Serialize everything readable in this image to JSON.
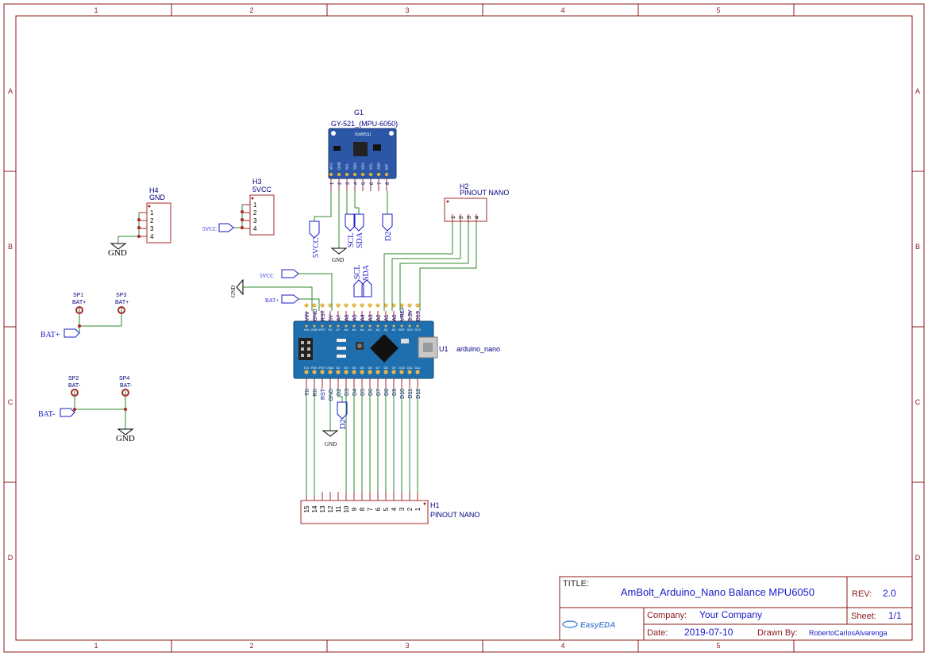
{
  "frame": {
    "columns": [
      "1",
      "2",
      "3",
      "4",
      "5"
    ],
    "rows": [
      "A",
      "B",
      "C",
      "D"
    ]
  },
  "title_block": {
    "title_label": "TITLE:",
    "title": "AmBolt_Arduino_Nano Balance MPU6050",
    "rev_label": "REV:",
    "rev": "2.0",
    "company_label": "Company:",
    "company": "Your Company",
    "sheet_label": "Sheet:",
    "sheet": "1/1",
    "date_label": "Date:",
    "date": "2019-07-10",
    "drawn_label": "Drawn By:",
    "drawn_by": "RobertoCarlosAlvarenga",
    "logo": "EasyEDA"
  },
  "g1": {
    "ref": "G1",
    "name": "GY-521_(MPU-6050)",
    "pins": [
      "1",
      "2",
      "3",
      "4",
      "5",
      "6",
      "7",
      "8"
    ],
    "board_labels": [
      "VCC",
      "GND",
      "SCL",
      "SDA",
      "XDA",
      "XCL",
      "AD0",
      "INT"
    ],
    "chip_text": "ITG/MPU"
  },
  "h2": {
    "ref": "H2",
    "name": "PINOUT NANO",
    "pins": [
      "1",
      "2",
      "3",
      "4"
    ]
  },
  "h3": {
    "ref": "H3",
    "name": "5VCC",
    "pins": [
      "1",
      "2",
      "3",
      "4"
    ]
  },
  "h4": {
    "ref": "H4",
    "name": "GND",
    "pins": [
      "1",
      "2",
      "3",
      "4"
    ]
  },
  "h1": {
    "ref": "H1",
    "name": "PINOUT NANO",
    "pins": [
      "15",
      "14",
      "13",
      "12",
      "11",
      "10",
      "9",
      "8",
      "7",
      "6",
      "5",
      "4",
      "3",
      "2",
      "1"
    ]
  },
  "u1": {
    "ref": "U1",
    "name": "arduino_nano",
    "top_pins": [
      "VIN",
      "GND",
      "RST",
      "5V",
      "A7",
      "A6",
      "A5",
      "A4",
      "A3",
      "A2",
      "A1",
      "A0",
      "VREF",
      "3.3V",
      "D13"
    ],
    "bottom_pins": [
      "TX",
      "RX",
      "RST",
      "GND",
      "D2",
      "D3",
      "D4",
      "D5",
      "D6",
      "D7",
      "D8",
      "D9",
      "D10",
      "D11",
      "D12"
    ],
    "board_top_silk": [
      "VIN",
      "GND",
      "RST",
      "5V",
      "A7",
      "A6",
      "A5",
      "A4",
      "A3",
      "A2",
      "A1",
      "A0",
      "REF",
      "3V3",
      "D13"
    ],
    "board_bottom_silk": [
      "TX1",
      "RX0",
      "RST",
      "GND",
      "D2",
      "D3",
      "D4",
      "D5",
      "D6",
      "D7",
      "D8",
      "D9",
      "D10",
      "D11",
      "D12"
    ]
  },
  "test_points": [
    {
      "ref": "SP1",
      "name": "BAT+"
    },
    {
      "ref": "SP3",
      "name": "BAT+"
    },
    {
      "ref": "SP2",
      "name": "BAT-"
    },
    {
      "ref": "SP4",
      "name": "BAT-"
    }
  ],
  "net_labels": {
    "vcc_g1": "5VCC",
    "scl_g1": "SCL",
    "sda_g1": "SDA",
    "d2_g1": "D2",
    "d2_u1": "D2",
    "vcc_u1": "5VCC",
    "bat_u1": "BAT+",
    "scl_u1": "SCL",
    "sda_u1": "SDA",
    "vcc_h3": "5VCC",
    "bat_plus": "BAT+",
    "bat_minus": "BAT-"
  },
  "gnd_labels": {
    "h4": "GND",
    "g1": "GND",
    "u1_left": "GND",
    "u1_bottom": "GND",
    "bat": "GND"
  },
  "colors": {
    "frame": "#8b1a1a",
    "wire": "#2e8b2e",
    "text_blue": "#1a1acc",
    "pin_red": "#a52a2a",
    "board_blue": "#1f6fae",
    "gy521_blue": "#2b57a6"
  }
}
